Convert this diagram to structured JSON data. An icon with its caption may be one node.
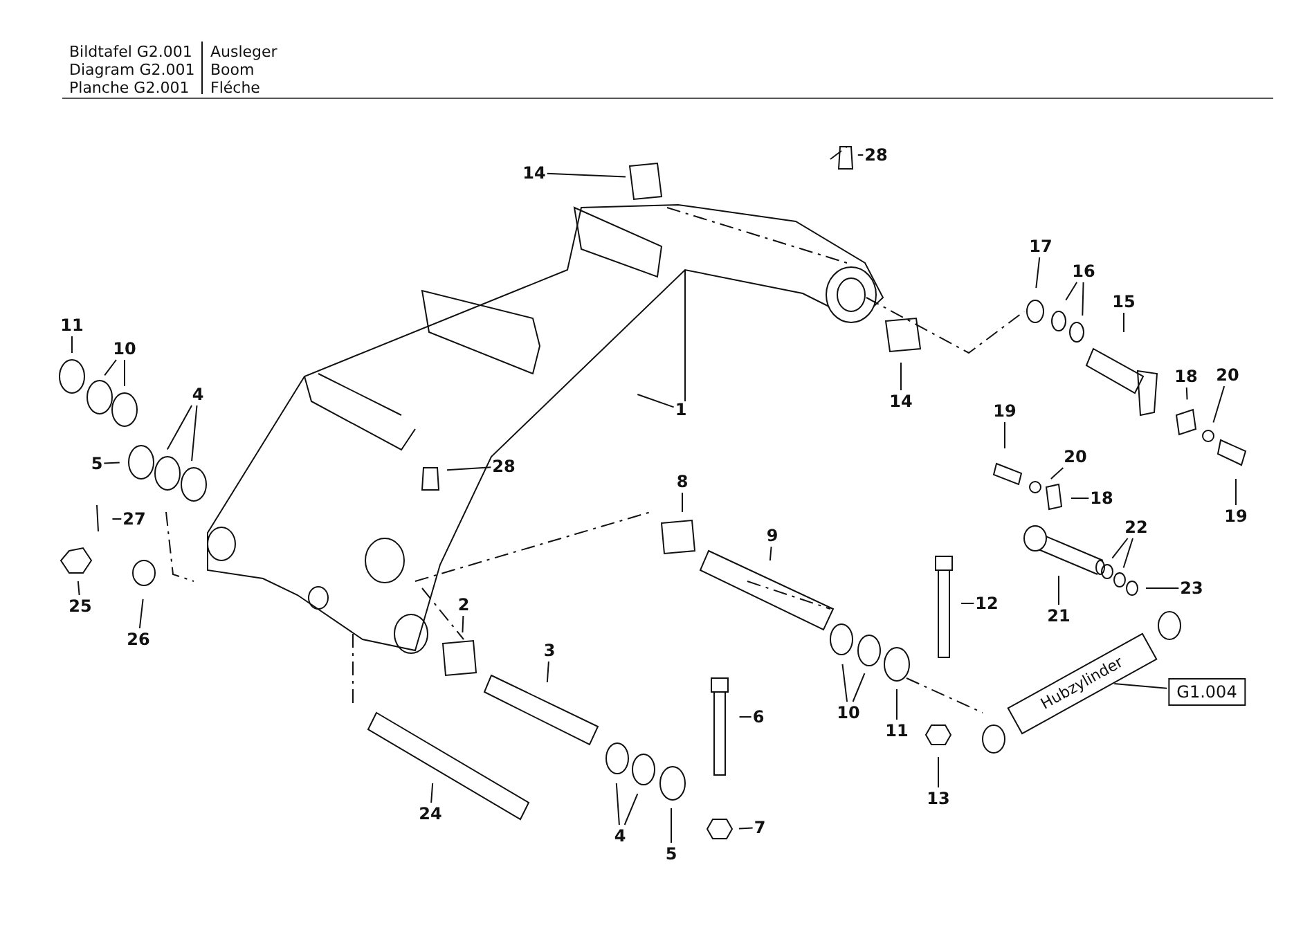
{
  "diagram": {
    "nodes": [
      {
        "text": [
          "28"
        ]
      },
      {
        "text": [
          "14"
        ]
      },
      {
        "text": [
          "17"
        ]
      },
      {
        "text": [
          "16"
        ]
      },
      {
        "text": [
          "15"
        ]
      },
      {
        "text": [
          "11"
        ]
      },
      {
        "text": [
          "10"
        ]
      },
      {
        "text": [
          "14"
        ]
      },
      {
        "text": [
          "4"
        ]
      },
      {
        "text": [
          "1"
        ]
      },
      {
        "text": [
          "18"
        ]
      },
      {
        "text": [
          "20"
        ]
      },
      {
        "text": [
          "19"
        ]
      },
      {
        "text": [
          "5"
        ]
      },
      {
        "text": [
          "28"
        ]
      },
      {
        "text": [
          "20"
        ]
      },
      {
        "text": [
          "8"
        ]
      },
      {
        "text": [
          "18"
        ]
      },
      {
        "text": [
          "19"
        ]
      },
      {
        "text": [
          "27"
        ]
      },
      {
        "text": [
          "9"
        ]
      },
      {
        "text": [
          "22"
        ]
      },
      {
        "text": [
          "25"
        ]
      },
      {
        "text": [
          "26"
        ]
      },
      {
        "text": [
          "2"
        ]
      },
      {
        "text": [
          "12"
        ]
      },
      {
        "text": [
          "23"
        ]
      },
      {
        "text": [
          "21"
        ]
      },
      {
        "text": [
          "3"
        ]
      },
      {
        "text": [
          "10"
        ]
      },
      {
        "text": [
          "11"
        ]
      },
      {
        "text": [
          "6"
        ]
      },
      {
        "text": [
          "24"
        ]
      },
      {
        "text": [
          "4"
        ]
      },
      {
        "text": [
          "7"
        ]
      },
      {
        "text": [
          "5"
        ]
      },
      {
        "text": [
          "13"
        ]
      },
      {
        "text": [
          "G1.004"
        ]
      },
      {
        "text": [
          "Hubzylinder"
        ]
      }
    ],
    "edges": [
      {
        "from": 0,
        "to": null,
        "arrow": "none"
      },
      {
        "from": 1,
        "to": null,
        "arrow": "none"
      },
      {
        "from": 2,
        "to": null,
        "arrow": "none"
      },
      {
        "from": 3,
        "to": null,
        "arrow": "none"
      },
      {
        "from": 3,
        "to": null,
        "arrow": "none"
      },
      {
        "from": 4,
        "to": null,
        "arrow": "none"
      },
      {
        "from": 5,
        "to": null,
        "arrow": "none"
      },
      {
        "from": 6,
        "to": null,
        "arrow": "none"
      },
      {
        "from": 6,
        "to": null,
        "arrow": "none"
      },
      {
        "from": 7,
        "to": null,
        "arrow": "none"
      },
      {
        "from": 8,
        "to": null,
        "arrow": "none"
      },
      {
        "from": 8,
        "to": null,
        "arrow": "none"
      },
      {
        "from": 9,
        "to": null,
        "arrow": "none"
      },
      {
        "from": 10,
        "to": null,
        "arrow": "none"
      },
      {
        "from": 11,
        "to": null,
        "arrow": "none"
      },
      {
        "from": 12,
        "to": null,
        "arrow": "none"
      },
      {
        "from": 13,
        "to": null,
        "arrow": "none"
      },
      {
        "from": 14,
        "to": null,
        "arrow": "none"
      },
      {
        "from": 15,
        "to": null,
        "arrow": "none"
      },
      {
        "from": 16,
        "to": null,
        "arrow": "none"
      },
      {
        "from": 17,
        "to": null,
        "arrow": "none"
      },
      {
        "from": 18,
        "to": null,
        "arrow": "none"
      },
      {
        "from": 19,
        "to": null,
        "arrow": "none"
      },
      {
        "from": 20,
        "to": null,
        "arrow": "none"
      },
      {
        "from": 21,
        "to": null,
        "arrow": "none"
      },
      {
        "from": 21,
        "to": null,
        "arrow": "none"
      },
      {
        "from": 22,
        "to": null,
        "arrow": "none"
      },
      {
        "from": 23,
        "to": null,
        "arrow": "none"
      },
      {
        "from": 24,
        "to": null,
        "arrow": "none"
      },
      {
        "from": 25,
        "to": null,
        "arrow": "none"
      },
      {
        "from": 26,
        "to": null,
        "arrow": "none"
      },
      {
        "from": 27,
        "to": null,
        "arrow": "none"
      },
      {
        "from": 28,
        "to": null,
        "arrow": "none"
      },
      {
        "from": 29,
        "to": null,
        "arrow": "none"
      },
      {
        "from": 29,
        "to": null,
        "arrow": "none"
      },
      {
        "from": 30,
        "to": null,
        "arrow": "none"
      },
      {
        "from": 31,
        "to": null,
        "arrow": "none"
      },
      {
        "from": 32,
        "to": null,
        "arrow": "none"
      },
      {
        "from": 33,
        "to": null,
        "arrow": "none"
      },
      {
        "from": 33,
        "to": null,
        "arrow": "none"
      },
      {
        "from": 34,
        "to": null,
        "arrow": "none"
      },
      {
        "from": 35,
        "to": null,
        "arrow": "none"
      },
      {
        "from": 36,
        "to": null,
        "arrow": "none"
      },
      {
        "from": 37,
        "to": 38,
        "arrow": "none"
      }
    ],
    "labels": [
      "Bildtafel G2.001",
      "Ausleger",
      "Diagram G2.001",
      "Boom",
      "Planche G2.001",
      "Fléche"
    ]
  }
}
